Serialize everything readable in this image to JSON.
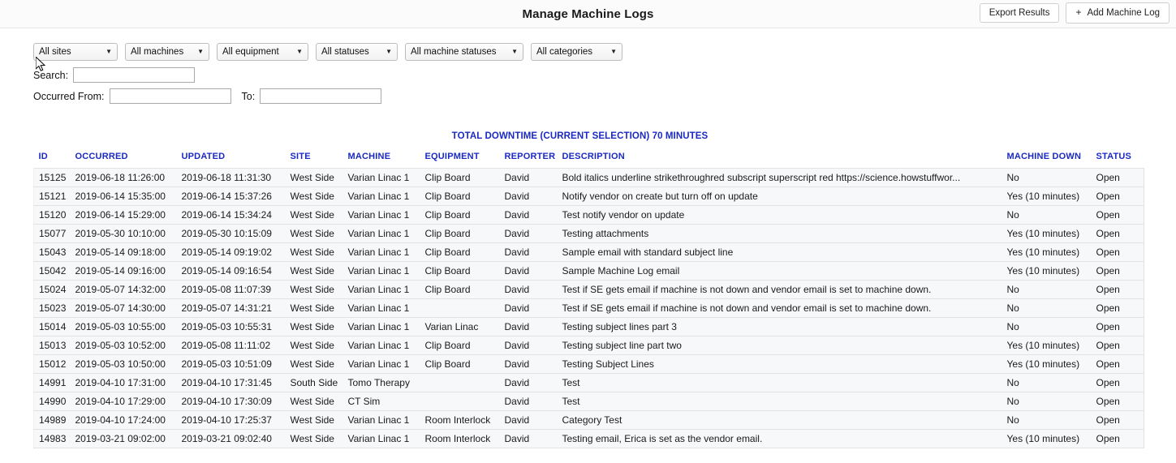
{
  "header": {
    "title": "Manage Machine Logs",
    "export_label": "Export Results",
    "add_label": "Add Machine Log",
    "add_plus": "+"
  },
  "filters": {
    "selects": [
      {
        "name": "sites",
        "value": "All sites"
      },
      {
        "name": "machines",
        "value": "All machines"
      },
      {
        "name": "equipment",
        "value": "All equipment"
      },
      {
        "name": "statuses",
        "value": "All statuses"
      },
      {
        "name": "machine-statuses",
        "value": "All machine statuses"
      },
      {
        "name": "categories",
        "value": "All categories"
      }
    ],
    "search_label": "Search:",
    "search_value": "",
    "search_placeholder": "",
    "occurred_from_label": "Occurred From:",
    "occurred_from_value": "",
    "to_label": "To:",
    "to_value": ""
  },
  "summary": {
    "downtime_text": "TOTAL DOWNTIME (CURRENT SELECTION) 70 MINUTES"
  },
  "table": {
    "columns": [
      "ID",
      "OCCURRED",
      "UPDATED",
      "SITE",
      "MACHINE",
      "EQUIPMENT",
      "REPORTER",
      "DESCRIPTION",
      "MACHINE DOWN",
      "STATUS"
    ],
    "rows": [
      {
        "id": "15125",
        "occurred": "2019-06-18 11:26:00",
        "updated": "2019-06-18 11:31:30",
        "site": "West Side",
        "machine": "Varian Linac 1",
        "equipment": "Clip Board",
        "reporter": "David",
        "description": "Bold italics underline strikethroughred subscript superscript red https://science.howstuffwor...",
        "machine_down": "No",
        "status": "Open"
      },
      {
        "id": "15121",
        "occurred": "2019-06-14 15:35:00",
        "updated": "2019-06-14 15:37:26",
        "site": "West Side",
        "machine": "Varian Linac 1",
        "equipment": "Clip Board",
        "reporter": "David",
        "description": "Notify vendor on create but turn off on update",
        "machine_down": "Yes (10 minutes)",
        "status": "Open"
      },
      {
        "id": "15120",
        "occurred": "2019-06-14 15:29:00",
        "updated": "2019-06-14 15:34:24",
        "site": "West Side",
        "machine": "Varian Linac 1",
        "equipment": "Clip Board",
        "reporter": "David",
        "description": "Test notify vendor on update",
        "machine_down": "No",
        "status": "Open"
      },
      {
        "id": "15077",
        "occurred": "2019-05-30 10:10:00",
        "updated": "2019-05-30 10:15:09",
        "site": "West Side",
        "machine": "Varian Linac 1",
        "equipment": "Clip Board",
        "reporter": "David",
        "description": "Testing attachments",
        "machine_down": "Yes (10 minutes)",
        "status": "Open"
      },
      {
        "id": "15043",
        "occurred": "2019-05-14 09:18:00",
        "updated": "2019-05-14 09:19:02",
        "site": "West Side",
        "machine": "Varian Linac 1",
        "equipment": "Clip Board",
        "reporter": "David",
        "description": "Sample email with standard subject line",
        "machine_down": "Yes (10 minutes)",
        "status": "Open"
      },
      {
        "id": "15042",
        "occurred": "2019-05-14 09:16:00",
        "updated": "2019-05-14 09:16:54",
        "site": "West Side",
        "machine": "Varian Linac 1",
        "equipment": "Clip Board",
        "reporter": "David",
        "description": "Sample Machine Log email",
        "machine_down": "Yes (10 minutes)",
        "status": "Open"
      },
      {
        "id": "15024",
        "occurred": "2019-05-07 14:32:00",
        "updated": "2019-05-08 11:07:39",
        "site": "West Side",
        "machine": "Varian Linac 1",
        "equipment": "Clip Board",
        "reporter": "David",
        "description": "Test if SE gets email if machine is not down and vendor email is set to machine down.",
        "machine_down": "No",
        "status": "Open"
      },
      {
        "id": "15023",
        "occurred": "2019-05-07 14:30:00",
        "updated": "2019-05-07 14:31:21",
        "site": "West Side",
        "machine": "Varian Linac 1",
        "equipment": "",
        "reporter": "David",
        "description": "Test if SE gets email if machine is not down and vendor email is set to machine down.",
        "machine_down": "No",
        "status": "Open"
      },
      {
        "id": "15014",
        "occurred": "2019-05-03 10:55:00",
        "updated": "2019-05-03 10:55:31",
        "site": "West Side",
        "machine": "Varian Linac 1",
        "equipment": "Varian Linac",
        "reporter": "David",
        "description": "Testing subject lines part 3",
        "machine_down": "No",
        "status": "Open"
      },
      {
        "id": "15013",
        "occurred": "2019-05-03 10:52:00",
        "updated": "2019-05-08 11:11:02",
        "site": "West Side",
        "machine": "Varian Linac 1",
        "equipment": "Clip Board",
        "reporter": "David",
        "description": "Testing subject line part two",
        "machine_down": "Yes (10 minutes)",
        "status": "Open"
      },
      {
        "id": "15012",
        "occurred": "2019-05-03 10:50:00",
        "updated": "2019-05-03 10:51:09",
        "site": "West Side",
        "machine": "Varian Linac 1",
        "equipment": "Clip Board",
        "reporter": "David",
        "description": "Testing Subject Lines",
        "machine_down": "Yes (10 minutes)",
        "status": "Open"
      },
      {
        "id": "14991",
        "occurred": "2019-04-10 17:31:00",
        "updated": "2019-04-10 17:31:45",
        "site": "South Side",
        "machine": "Tomo Therapy",
        "equipment": "",
        "reporter": "David",
        "description": "Test",
        "machine_down": "No",
        "status": "Open"
      },
      {
        "id": "14990",
        "occurred": "2019-04-10 17:29:00",
        "updated": "2019-04-10 17:30:09",
        "site": "West Side",
        "machine": "CT Sim",
        "equipment": "",
        "reporter": "David",
        "description": "Test",
        "machine_down": "No",
        "status": "Open"
      },
      {
        "id": "14989",
        "occurred": "2019-04-10 17:24:00",
        "updated": "2019-04-10 17:25:37",
        "site": "West Side",
        "machine": "Varian Linac 1",
        "equipment": "Room Interlock",
        "reporter": "David",
        "description": "Category Test",
        "machine_down": "No",
        "status": "Open"
      },
      {
        "id": "14983",
        "occurred": "2019-03-21 09:02:00",
        "updated": "2019-03-21 09:02:40",
        "site": "West Side",
        "machine": "Varian Linac 1",
        "equipment": "Room Interlock",
        "reporter": "David",
        "description": "Testing email, Erica is set as the vendor email.",
        "machine_down": "Yes (10 minutes)",
        "status": "Open"
      }
    ]
  },
  "colors": {
    "header_link": "#1b29c4",
    "row_bg": "#f7f8f9",
    "topbar_bg": "#fbfbfb"
  }
}
